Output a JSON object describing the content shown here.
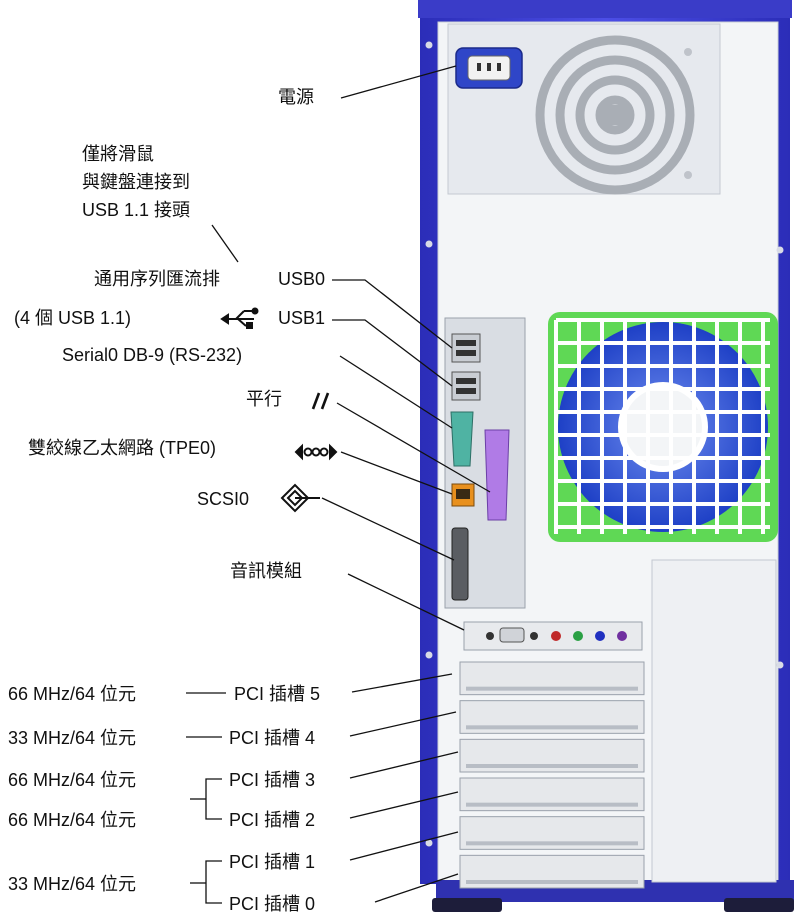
{
  "labels": {
    "power": "電源",
    "usb_note_line1": "僅將滑鼠",
    "usb_note_line2": "與鍵盤連接到",
    "usb_note_line3": "USB 1.1 接頭",
    "usb_bus_label": "通用序列匯流排",
    "usb0": "USB0",
    "usb_count": "(4 個 USB 1.1)",
    "usb1": "USB1",
    "serial0": "Serial0 DB-9 (RS-232)",
    "parallel": "平行",
    "ethernet": "雙絞線乙太網路 (TPE0)",
    "scsi0": "SCSI0",
    "audio_module": "音訊模組"
  },
  "pci_slots": [
    {
      "slot": "PCI 插槽 5",
      "speed": "66 MHz/64 位元"
    },
    {
      "slot": "PCI 插槽 4",
      "speed": "33 MHz/64 位元"
    },
    {
      "slot": "PCI 插槽 3",
      "speed": "66 MHz/64 位元"
    },
    {
      "slot": "PCI 插槽 2",
      "speed": "66 MHz/64 位元"
    },
    {
      "slot": "PCI 插槽 1",
      "speed": "33 MHz/64 位元"
    },
    {
      "slot": "PCI 插槽 0",
      "speed": ""
    }
  ],
  "colors": {
    "chassis_blue": "#3d3fd4",
    "panel_light": "#f4f6f8",
    "fan_green": "#5fd855",
    "fan_blue": "#2a56d8",
    "parallel_purple": "#b07be6",
    "serial_teal": "#4fb3a3",
    "ethernet_orange": "#e8901e",
    "power_inlet_blue": "#2f46c8"
  },
  "icons": [
    "usb-icon",
    "parallel-icon",
    "ethernet-icon",
    "scsi-icon"
  ]
}
